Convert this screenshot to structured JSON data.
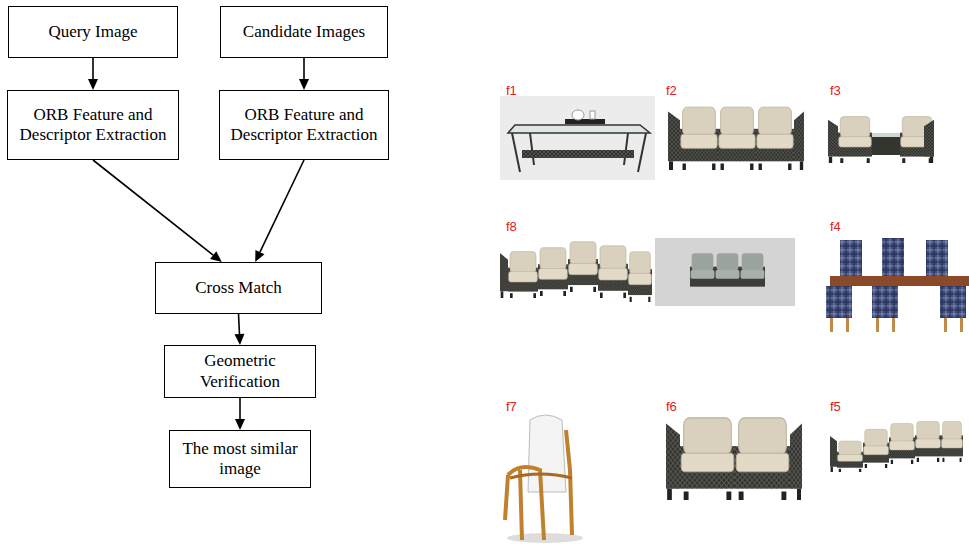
{
  "diagram": {
    "nodes": [
      {
        "text": [
          "Query Image"
        ]
      },
      {
        "text": [
          "Candidate Images"
        ]
      },
      {
        "text": [
          "ORB Feature and Descriptor Extraction"
        ]
      },
      {
        "text": [
          "ORB Feature and Descriptor Extraction"
        ]
      },
      {
        "text": [
          "Cross Match"
        ]
      },
      {
        "text": [
          "Geometric Verification"
        ]
      },
      {
        "text": [
          "The most similar image"
        ]
      }
    ],
    "edges": [
      {
        "from": 0,
        "to": 2,
        "arrow": "to"
      },
      {
        "from": 1,
        "to": 3,
        "arrow": "to"
      },
      {
        "from": 2,
        "to": 4,
        "arrow": "to"
      },
      {
        "from": 3,
        "to": 4,
        "arrow": "to"
      },
      {
        "from": 4,
        "to": 5,
        "arrow": "to"
      },
      {
        "from": 5,
        "to": 6,
        "arrow": "to"
      }
    ],
    "labels": [
      "f1",
      "f2",
      "f3",
      "f8",
      "f4",
      "f7",
      "f6",
      "f5"
    ]
  }
}
